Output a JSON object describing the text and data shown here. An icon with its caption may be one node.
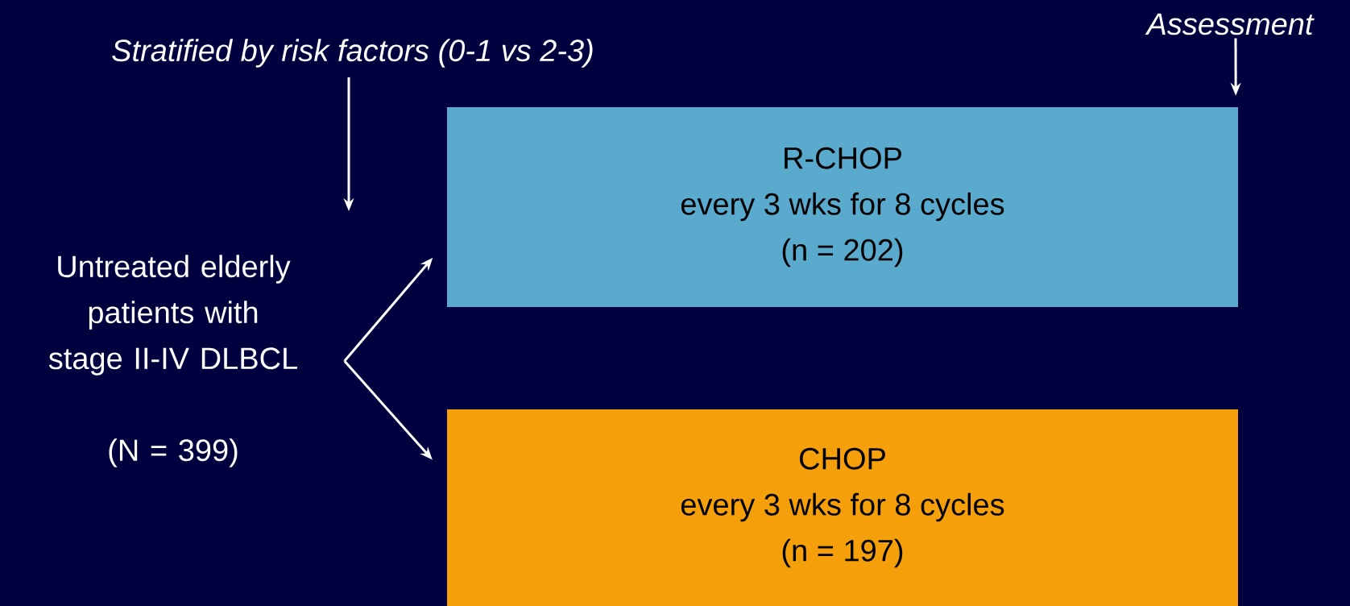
{
  "diagram": {
    "nodes": [
      {
        "text": [
          "Stratified by risk factors (0-1 vs 2-3)"
        ]
      },
      {
        "text": [
          "Assessment"
        ]
      },
      {
        "text": [
          "Untreated elderly patients with stage II-IV DLBCL",
          "(N = 399)"
        ]
      },
      {
        "text": [
          "R-CHOP",
          "every 3 wks for 8 cycles",
          "(n = 202)"
        ]
      },
      {
        "text": [
          "CHOP",
          "every 3 wks for 8 cycles",
          "(n = 197)"
        ]
      }
    ],
    "edges": [
      {
        "from": 0,
        "to": null,
        "arrow": "to"
      },
      {
        "from": 1,
        "to": 3,
        "arrow": "to"
      },
      {
        "from": 2,
        "to": 3,
        "arrow": "to"
      },
      {
        "from": 2,
        "to": 4,
        "arrow": "to"
      }
    ]
  }
}
